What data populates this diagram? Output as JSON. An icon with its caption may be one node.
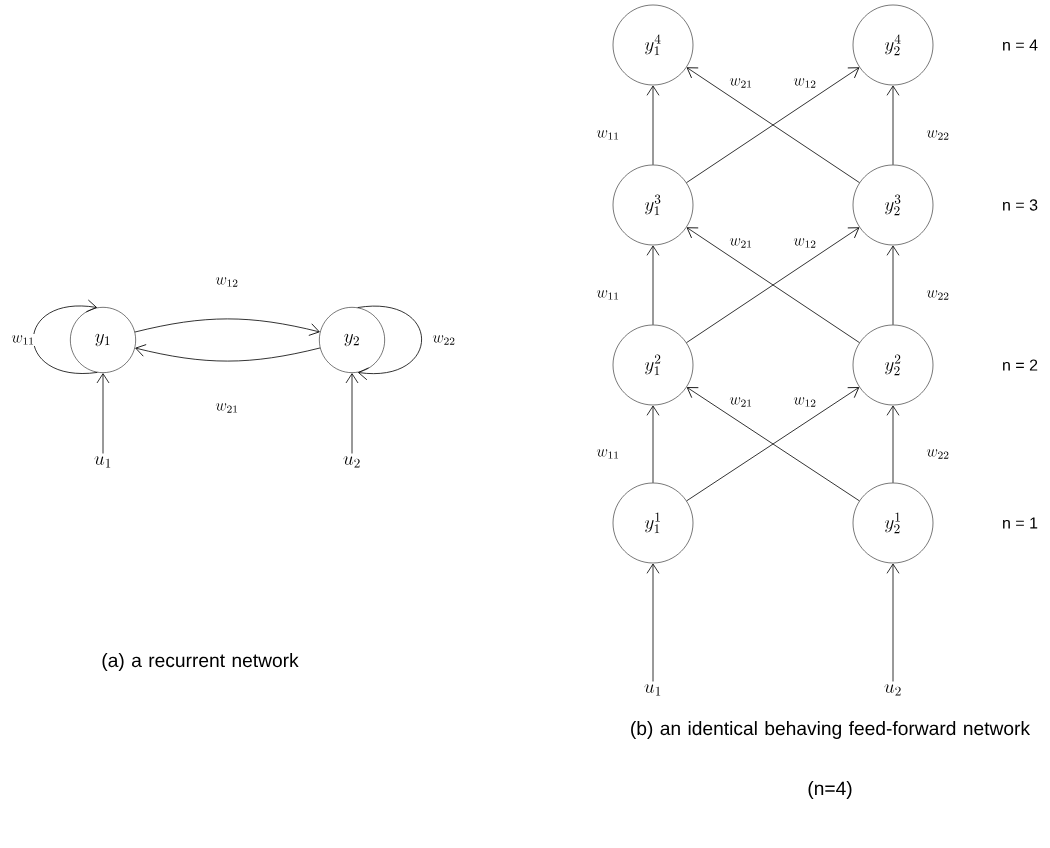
{
  "diagram": {
    "nodes": [
      {
        "text": [
          "y_1"
        ]
      },
      {
        "text": [
          "y_2"
        ]
      },
      {
        "text": [
          "u_1"
        ]
      },
      {
        "text": [
          "u_2"
        ]
      },
      {
        "text": [
          "y_1^4"
        ]
      },
      {
        "text": [
          "y_2^4"
        ]
      },
      {
        "text": [
          "y_1^3"
        ]
      },
      {
        "text": [
          "y_2^3"
        ]
      },
      {
        "text": [
          "y_1^2"
        ]
      },
      {
        "text": [
          "y_2^2"
        ]
      },
      {
        "text": [
          "y_1^1"
        ]
      },
      {
        "text": [
          "y_2^1"
        ]
      },
      {
        "text": [
          "u_1"
        ]
      },
      {
        "text": [
          "u_2"
        ]
      }
    ],
    "edges": [
      {
        "from": 0,
        "to": 0,
        "arrow": "to",
        "label": "w_{11}"
      },
      {
        "from": 0,
        "to": 1,
        "arrow": "to",
        "label": "w_{12}"
      },
      {
        "from": 1,
        "to": 0,
        "arrow": "to",
        "label": "w_{21}"
      },
      {
        "from": 1,
        "to": 1,
        "arrow": "to",
        "label": "w_{22}"
      },
      {
        "from": 2,
        "to": 0,
        "arrow": "to"
      },
      {
        "from": 3,
        "to": 1,
        "arrow": "to"
      },
      {
        "from": 12,
        "to": 10,
        "arrow": "to"
      },
      {
        "from": 13,
        "to": 11,
        "arrow": "to"
      },
      {
        "from": 10,
        "to": 8,
        "arrow": "to",
        "label": "w_{11}"
      },
      {
        "from": 10,
        "to": 9,
        "arrow": "to",
        "label": "w_{12}"
      },
      {
        "from": 11,
        "to": 8,
        "arrow": "to",
        "label": "w_{21}"
      },
      {
        "from": 11,
        "to": 9,
        "arrow": "to",
        "label": "w_{22}"
      },
      {
        "from": 8,
        "to": 6,
        "arrow": "to",
        "label": "w_{11}"
      },
      {
        "from": 8,
        "to": 7,
        "arrow": "to",
        "label": "w_{12}"
      },
      {
        "from": 9,
        "to": 6,
        "arrow": "to",
        "label": "w_{21}"
      },
      {
        "from": 9,
        "to": 7,
        "arrow": "to",
        "label": "w_{22}"
      },
      {
        "from": 6,
        "to": 4,
        "arrow": "to",
        "label": "w_{11}"
      },
      {
        "from": 6,
        "to": 5,
        "arrow": "to",
        "label": "w_{12}"
      },
      {
        "from": 7,
        "to": 4,
        "arrow": "to",
        "label": "w_{21}"
      },
      {
        "from": 7,
        "to": 5,
        "arrow": "to",
        "label": "w_{22}"
      }
    ],
    "labels": [
      "n = 4",
      "n = 3",
      "n = 2",
      "n = 1",
      "(a) a recurrent network",
      "(b) an identical behaving feed-forward network",
      "(n=4)"
    ]
  }
}
